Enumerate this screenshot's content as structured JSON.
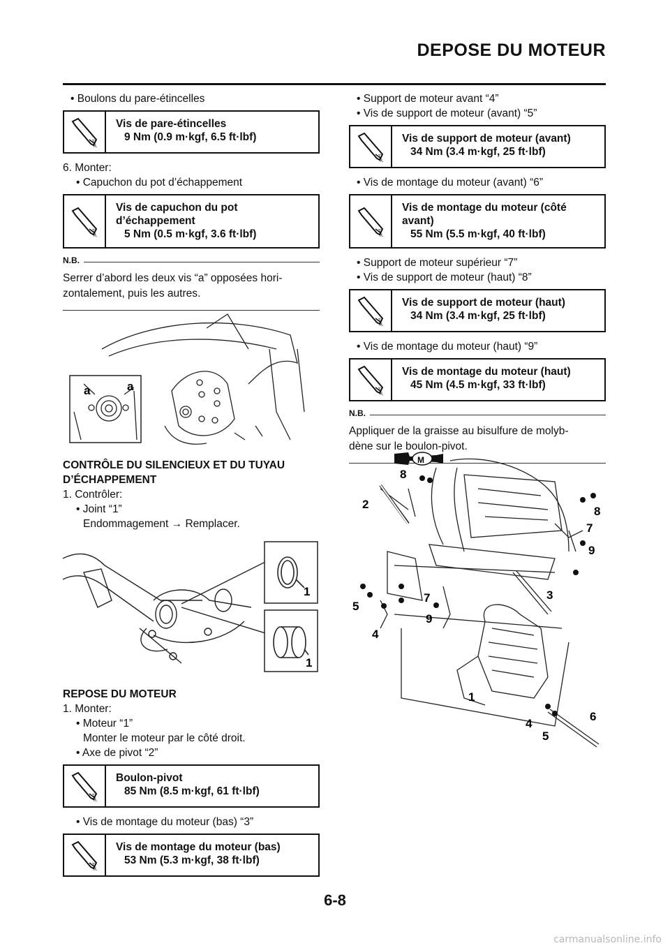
{
  "header": {
    "title": "DEPOSE DU MOTEUR"
  },
  "left": {
    "b1": "• Boulons du pare-étincelles",
    "t1": {
      "name": "Vis de pare-étincelles",
      "value": "9 Nm (0.9 m·kgf, 6.5 ft·lbf)"
    },
    "step6": "6.  Monter:",
    "b2": "• Capuchon du pot d’échappement",
    "t2": {
      "name1": "Vis de capuchon du pot",
      "name2": "d’échappement",
      "value": "5 Nm (0.5 m·kgf, 3.6 ft·lbf)"
    },
    "nb_label": "N.B.",
    "nb1": "Serrer d’abord les deux vis “a” opposées hori-",
    "nb2": "zontalement, puis les autres.",
    "fig1_labels": {
      "a": "a"
    },
    "sec1_title1": "CONTRÔLE DU SILENCIEUX ET DU TUYAU",
    "sec1_title2": "D’ÉCHAPPEMENT",
    "s1_step1": "1.  Contrôler:",
    "s1_b1": "• Joint “1”",
    "s1_b1_detail": "Endommagement → Remplacer.",
    "fig2_labels": {
      "one": "1"
    },
    "sec2_title": "REPOSE DU MOTEUR",
    "s2_step1": "1.  Monter:",
    "s2_b1": "• Moteur “1”",
    "s2_b1_detail": "Monter le moteur par le côté droit.",
    "s2_b2": "• Axe de pivot “2”",
    "t3": {
      "name": "Boulon-pivot",
      "value": "85 Nm (8.5 m·kgf, 61 ft·lbf)"
    },
    "s2_b3": "• Vis de montage du moteur (bas) “3”",
    "t4": {
      "name": "Vis de montage du moteur (bas)",
      "value": "53 Nm (5.3 m·kgf, 38 ft·lbf)"
    }
  },
  "right": {
    "b1": "• Support de moteur avant “4”",
    "b2": "• Vis de support de moteur (avant) “5”",
    "t1": {
      "name": "Vis de support de moteur (avant)",
      "value": "34 Nm (3.4 m·kgf, 25 ft·lbf)"
    },
    "b3": "• Vis de montage du moteur (avant) “6”",
    "t2": {
      "name1": "Vis de montage du moteur (côté",
      "name2": "avant)",
      "value": "55 Nm (5.5 m·kgf, 40 ft·lbf)"
    },
    "b4": "• Support de moteur supérieur “7”",
    "b5": "• Vis de support de moteur (haut) “8”",
    "t3": {
      "name": "Vis de support de moteur (haut)",
      "value": "34 Nm (3.4 m·kgf, 25 ft·lbf)"
    },
    "b6": "• Vis de montage du moteur (haut) “9”",
    "t4": {
      "name": "Vis de montage du moteur (haut)",
      "value": "45 Nm (4.5 m·kgf, 33 ft·lbf)"
    },
    "nb_label": "N.B.",
    "nb1": "Appliquer de la graisse au bisulfure de molyb-",
    "nb2": "dène sur le boulon-pivot.",
    "fig3_labels": {
      "m": "M",
      "n1": "1",
      "n2": "2",
      "n3": "3",
      "n4": "4",
      "n5": "5",
      "n6": "6",
      "n7": "7",
      "n8": "8",
      "n9": "9"
    }
  },
  "footer": {
    "page_number": "6-8",
    "watermark": "carmanualsonline.info"
  }
}
